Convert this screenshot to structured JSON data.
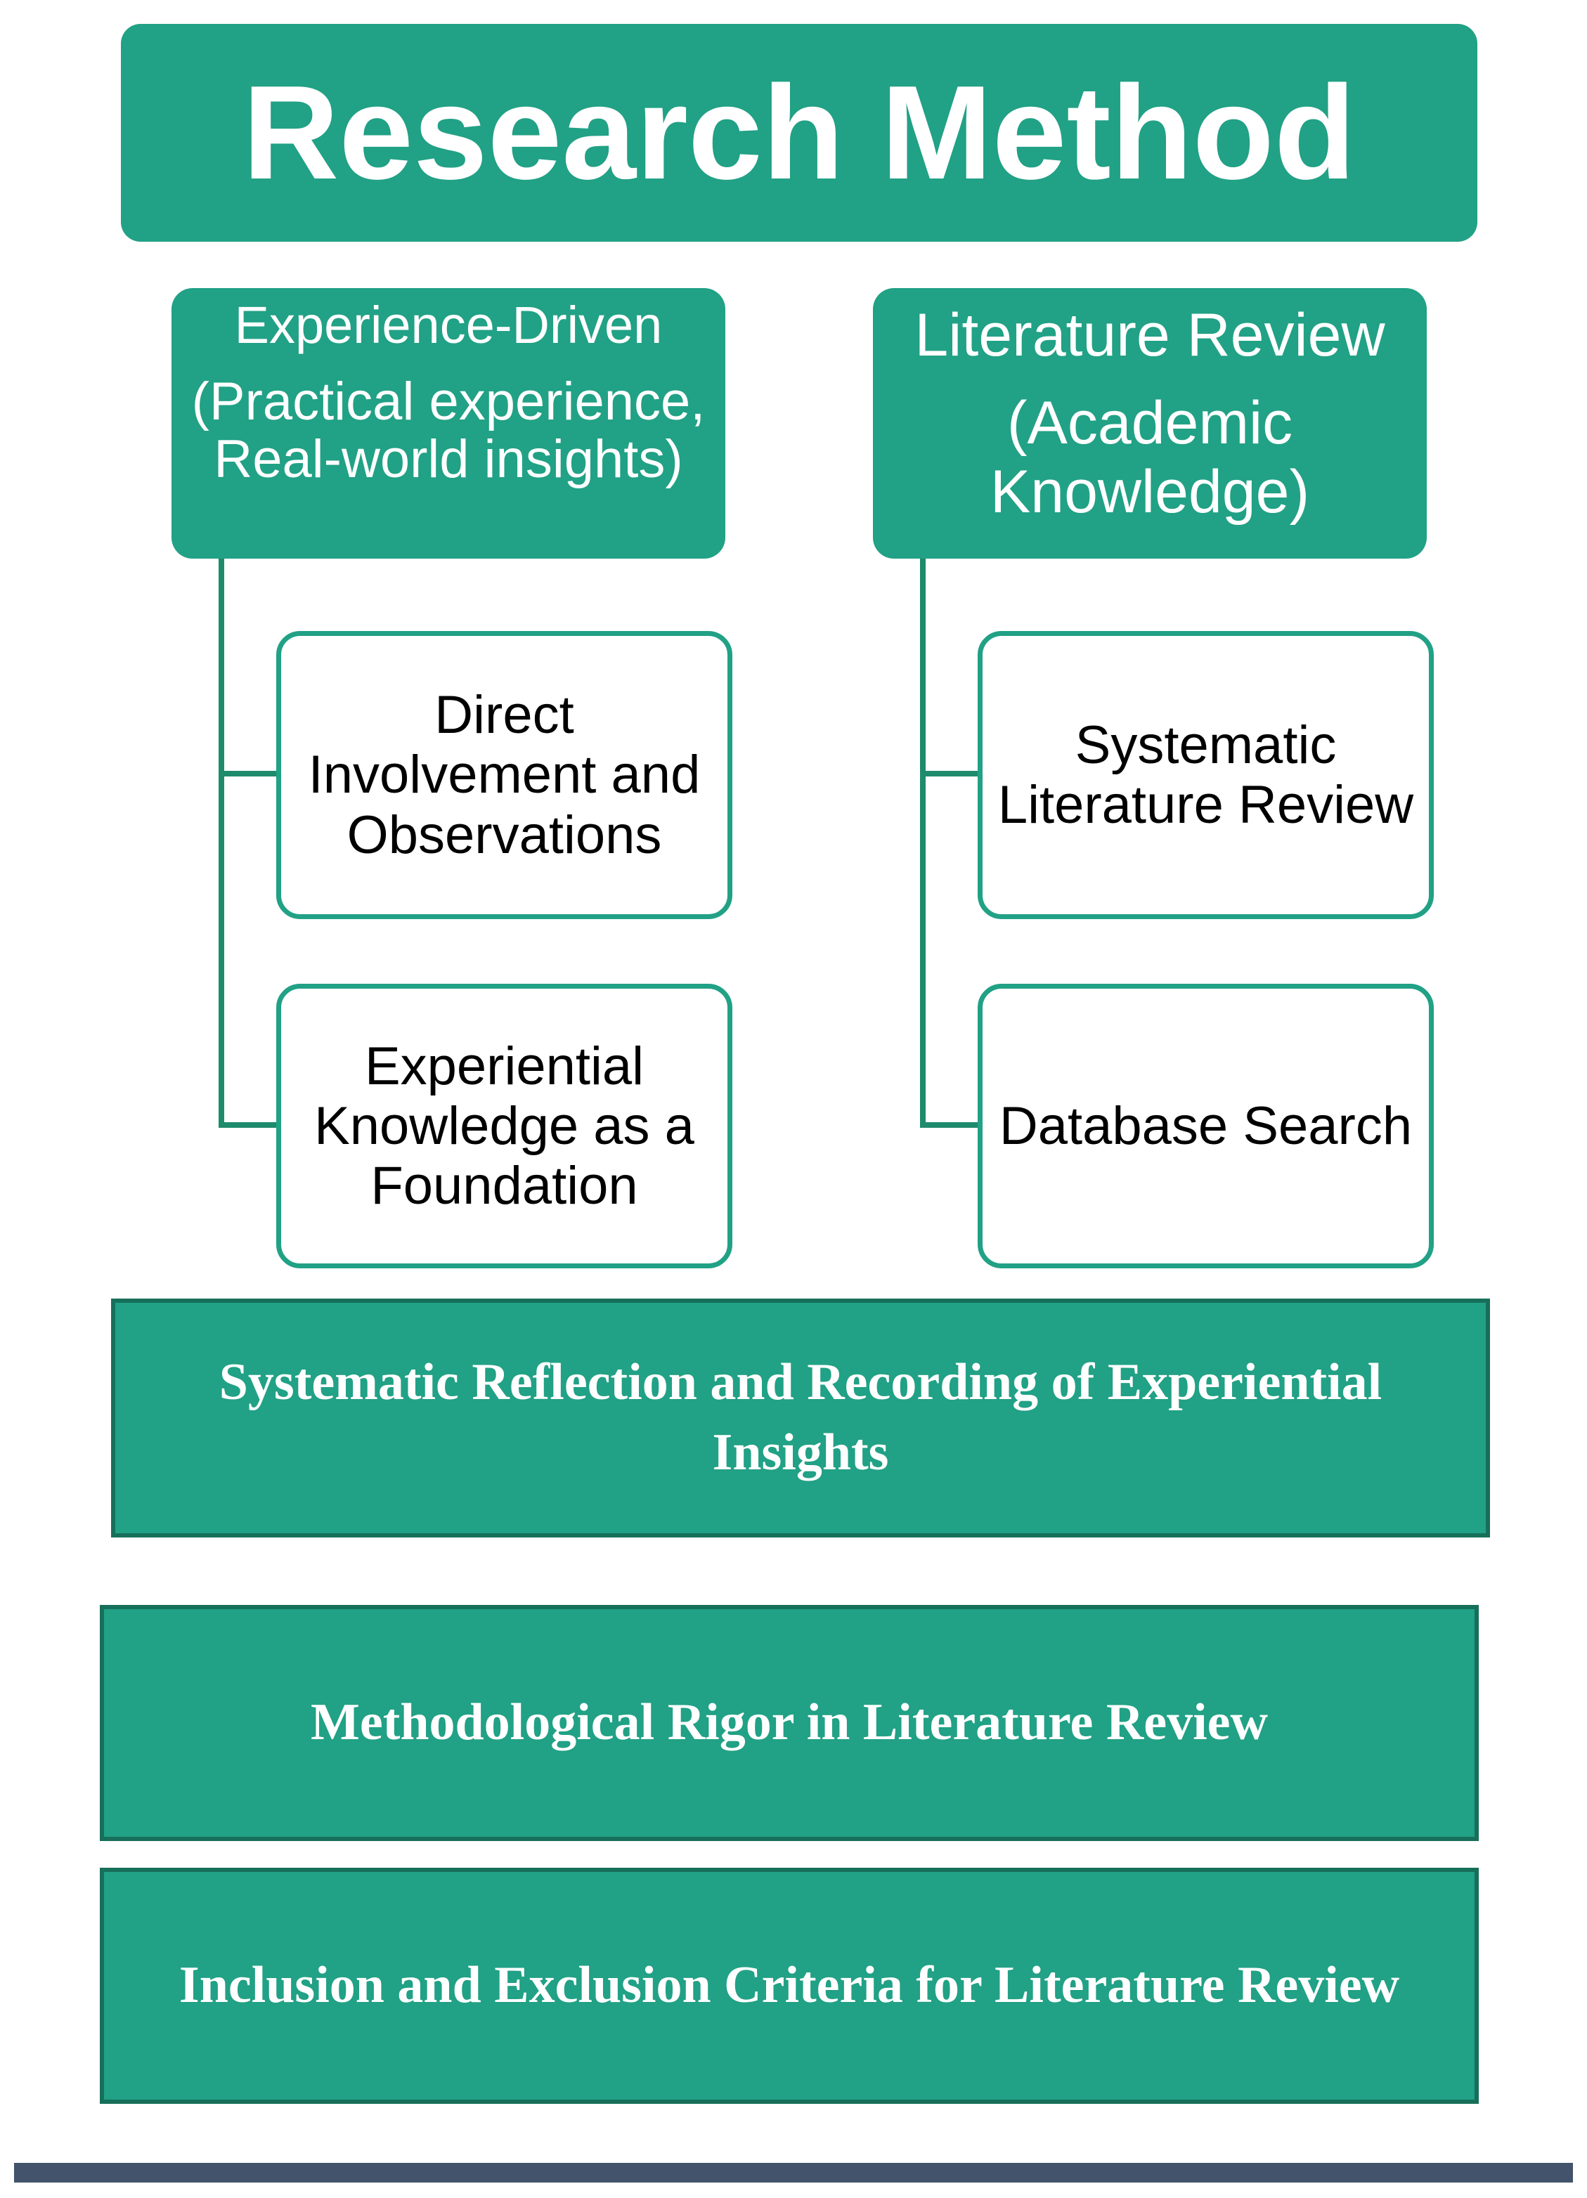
{
  "title": "Research Method",
  "categories": [
    {
      "heading": "Experience-Driven",
      "subtitle": "(Practical experience, Real-world insights)",
      "items": [
        "Direct Involvement and Observations",
        "Experiential Knowledge as a Foundation"
      ]
    },
    {
      "heading": "Literature Review",
      "subtitle": "(Academic Knowledge)",
      "items": [
        "Systematic Literature Review",
        "Database Search"
      ]
    }
  ],
  "bands": [
    "Systematic Reflection and Recording of Experiential Insights",
    "Methodological Rigor in Literature Review",
    "Inclusion and Exclusion Criteria for Literature Review"
  ],
  "colors": {
    "primary": "#21a185",
    "connector": "#1e8b6c",
    "band_border": "#176f5a",
    "bottom_rule": "#43536b"
  }
}
